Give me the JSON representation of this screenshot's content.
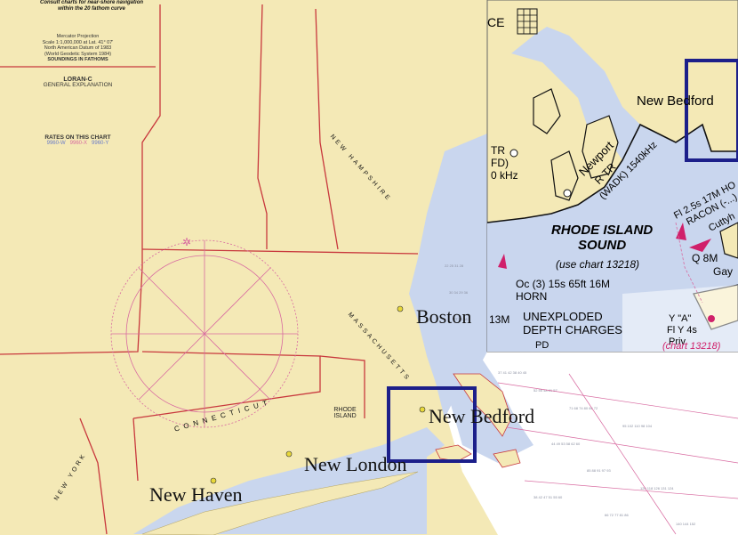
{
  "colors": {
    "land": "#f4e9b6",
    "water": "#c9d6ee",
    "deep_water": "#ffffff",
    "boundary": "#c8383d",
    "compass": "#d86aa0",
    "highlight_box": "#1c1f8a",
    "city_dot": "#e8d83a"
  },
  "header": {
    "line1": "Consult charts for near-shore navigation",
    "line2": "within the 20 fathom curve"
  },
  "legend": {
    "projection": "Mercator Projection",
    "scale": "Scale 1:1,000,000 at Lat. 41° 07'",
    "datum": "North American Datum of 1983",
    "datum2": "(World Geodetic System 1984)",
    "soundings": "SOUNDINGS IN FATHOMS",
    "loran_title": "LORAN-C",
    "general": "GENERAL EXPLANATION",
    "rates_title": "RATES ON THIS CHART",
    "rates": [
      "9960-W",
      "9960-X",
      "9960-Y"
    ]
  },
  "places": {
    "boston": "Boston",
    "new_bedford": "New Bedford",
    "new_london": "New London",
    "new_haven": "New Haven",
    "rhode_island": "RHODE ISLAND",
    "connecticut": "CONNECTICUT",
    "massachusetts": "MASSACHUSETTS",
    "new_hampshire": "NEW HAMPSHIRE",
    "new_york": "NEW YORK"
  },
  "inset": {
    "new_bedford": "New Bedford",
    "newport": "Newport",
    "radio": "R TR",
    "wadk": "(WADK) 1540kHz",
    "tr": "TR",
    "fd": "FD)",
    "khz": "0 kHz",
    "sound_line1": "RHODE ISLAND",
    "sound_line2": "SOUND",
    "use_chart": "(use chart 13218)",
    "light1": "Oc (3) 15s 65ft 16M",
    "horn": "HORN",
    "thirteen": "13M",
    "unexploded1": "UNEXPLODED",
    "unexploded2": "DEPTH CHARGES",
    "fl": "Fl 2.5s 17M HO",
    "racon": "RACON (-...)",
    "q8m": "Q 8M",
    "gay": "Gay",
    "cutty": "Cuttyh",
    "ya": "Y \"A\"",
    "fly": "Fl Y 4s",
    "priv": "Priv",
    "chart_ref": "(chart 13218)",
    "ce": "CE",
    "pd": "PD"
  }
}
